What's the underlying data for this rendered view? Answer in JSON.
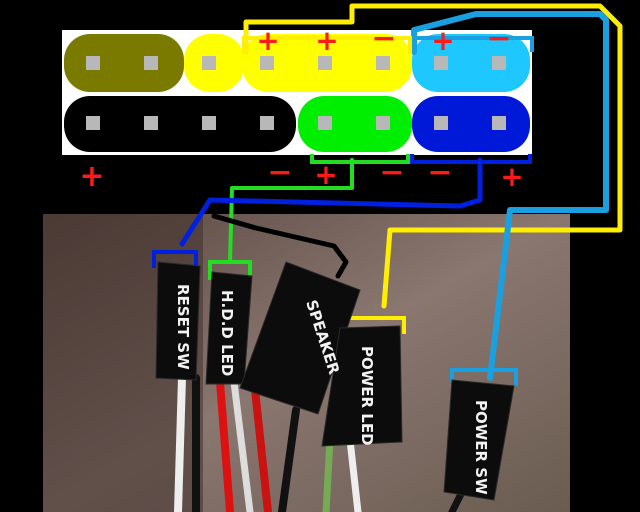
{
  "header_pins": {
    "top_row_symbols": [
      "+",
      "+",
      "−",
      "+",
      "−"
    ],
    "bottom_row_symbols": [
      "−",
      "+",
      "−",
      "−",
      "+"
    ],
    "left_symbol": "+"
  },
  "connectors": {
    "reset_sw": "RESET SW",
    "hdd_led": "H.D.D LED",
    "speaker": "SPEAKER",
    "power_led": "POWER LED",
    "power_sw": "POWER SW"
  },
  "colors": {
    "olive": "#7a7a00",
    "yellow": "#ffff00",
    "cyan": "#1ec8ff",
    "black_pin": "#000000",
    "green": "#00ee00",
    "blue": "#0018d8",
    "wire_yellow": "#ffee00",
    "wire_cyan": "#1aa0e0",
    "wire_blue": "#0020e0",
    "wire_green": "#22dd22",
    "wire_black": "#000000",
    "plus_minus": "#ff1a1a"
  }
}
